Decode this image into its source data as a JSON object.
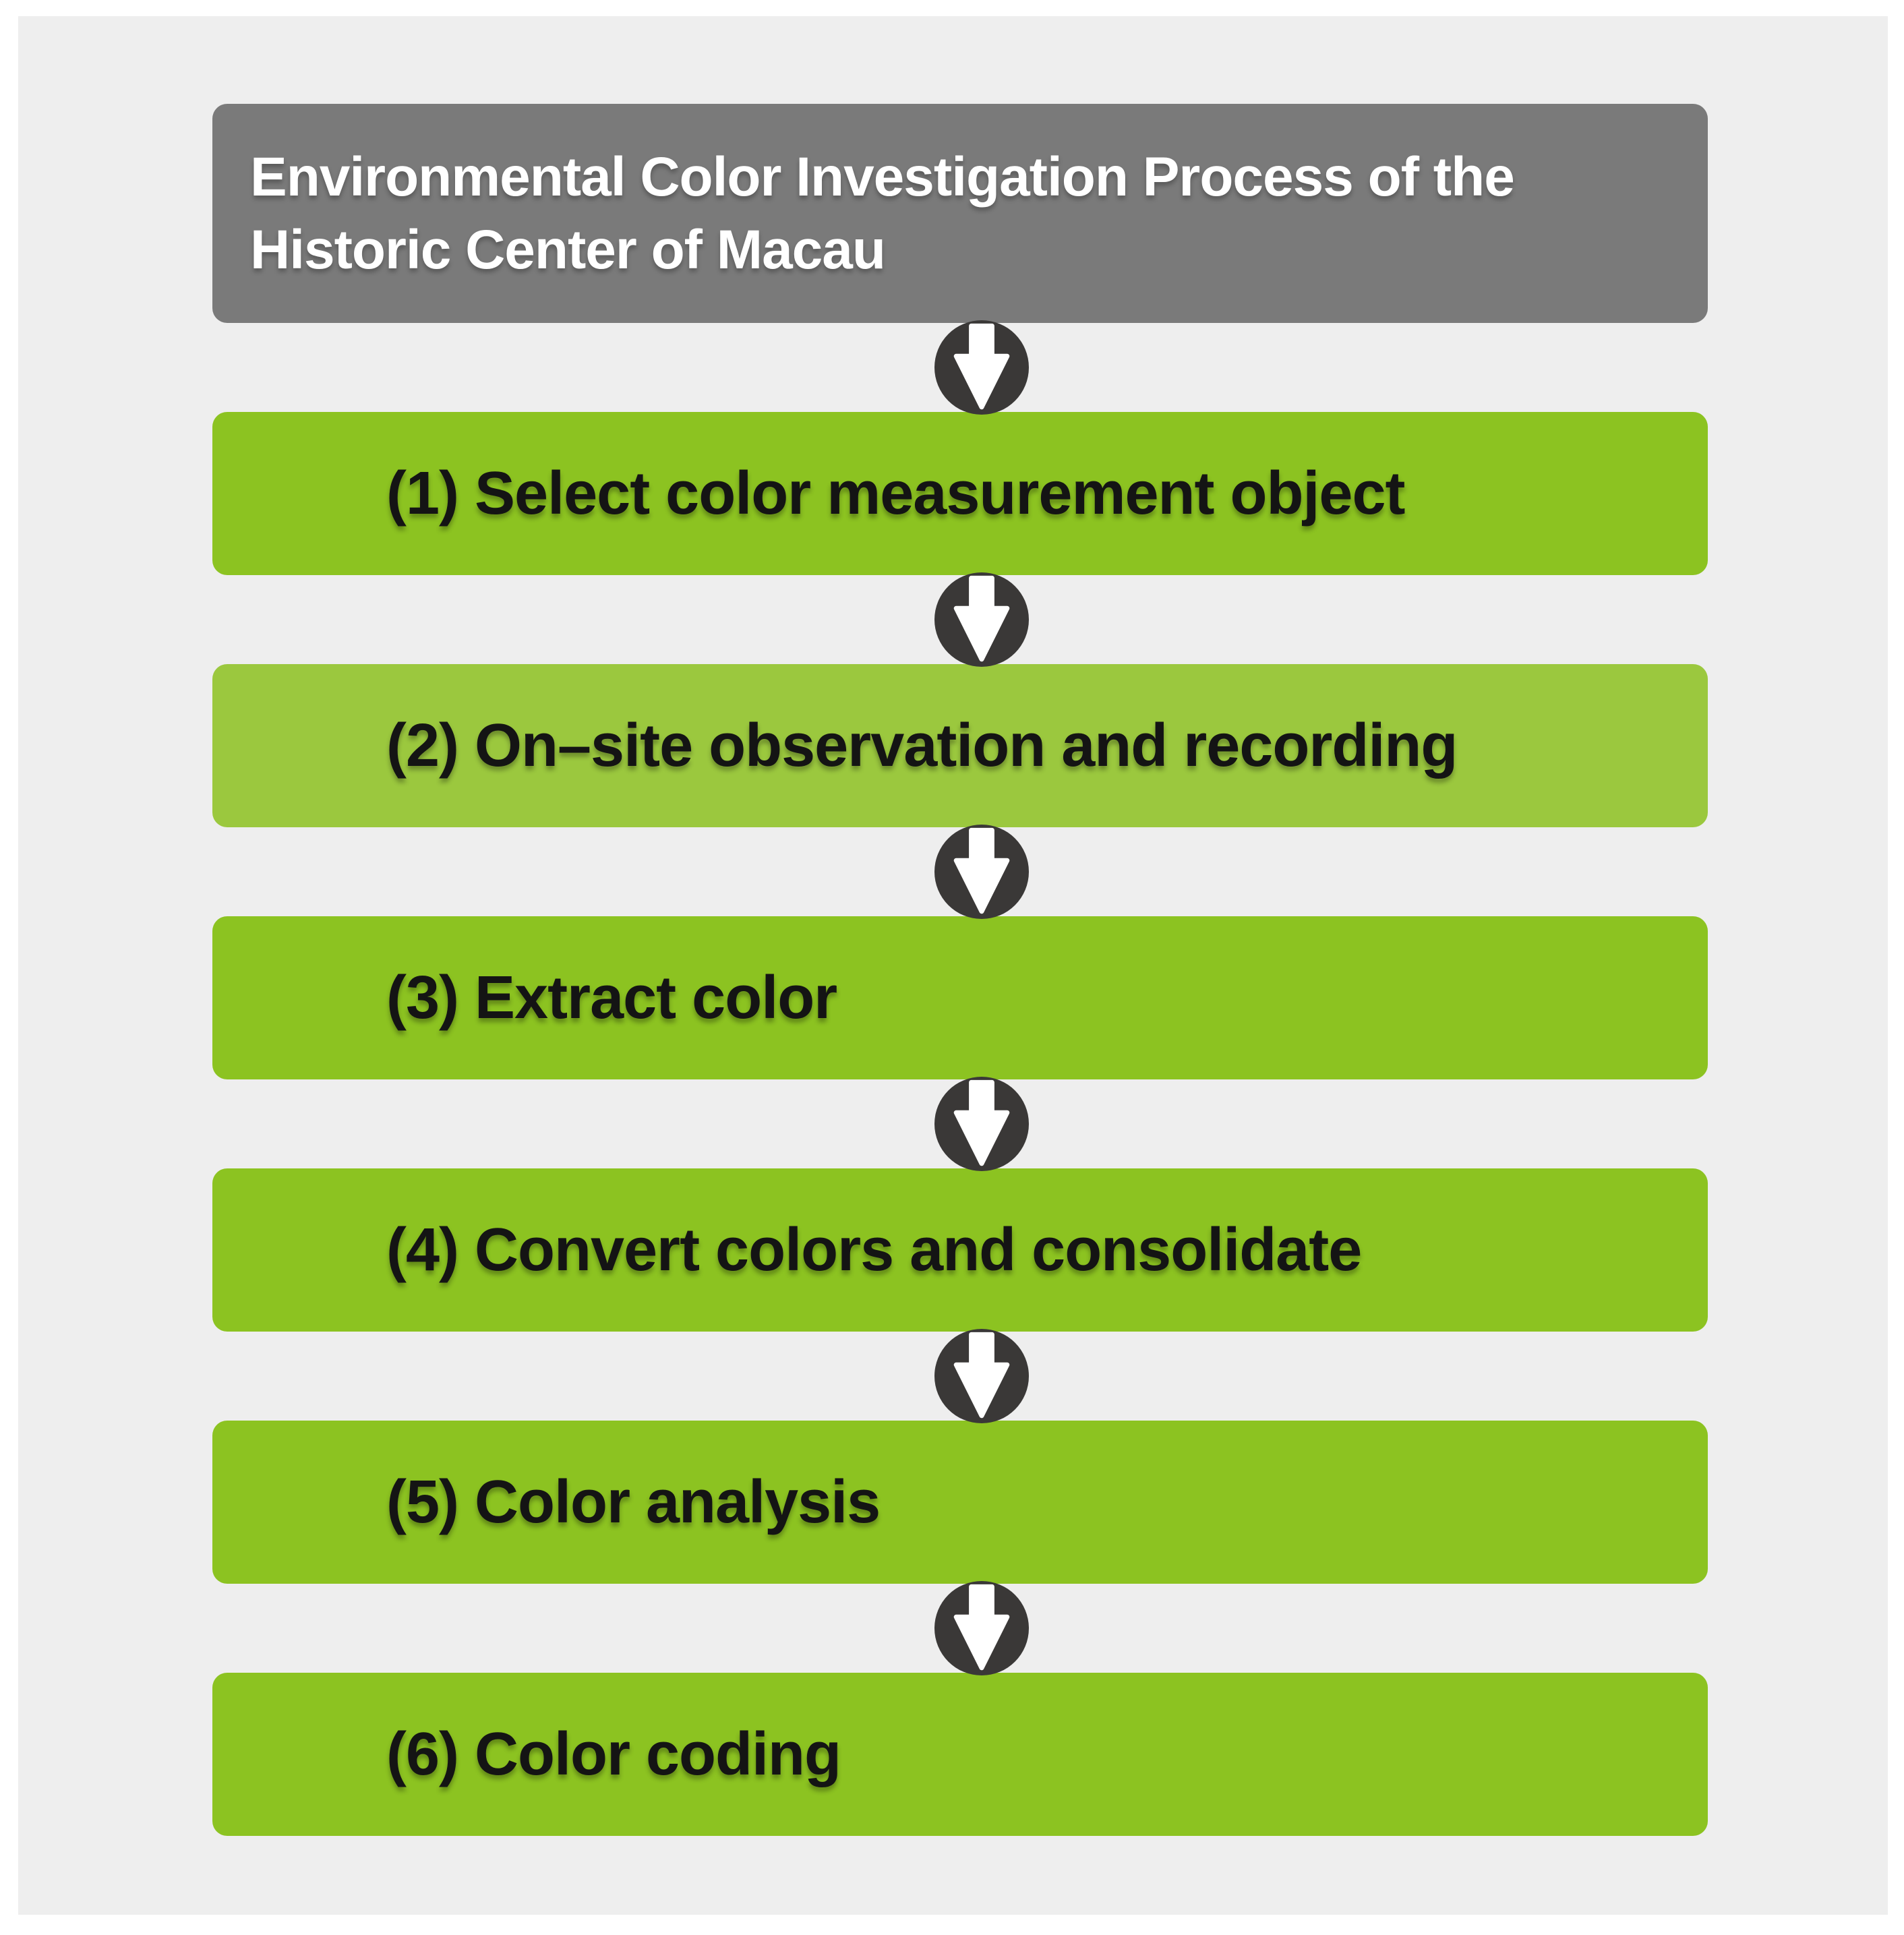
{
  "colors": {
    "page_bg": "#ffffff",
    "panel_bg": "#eeeeee",
    "header_gray": "#7a7a7a",
    "step_green": "#8cc321",
    "step2_green": "#9bc83e",
    "arrow_dark": "#3a3837",
    "header_text": "#ffffff",
    "step_text": "#141414"
  },
  "header": {
    "line1": "Environmental Color Investigation Process of the",
    "line2": "Historic Center of Macau"
  },
  "steps": [
    {
      "label": "(1) Select color measurement object"
    },
    {
      "label": "(2) On–site observation and recording"
    },
    {
      "label": "(3) Extract color"
    },
    {
      "label": "(4) Convert colors and consolidate"
    },
    {
      "label": "(5) Color analysis"
    },
    {
      "label": "(6) Color coding"
    }
  ],
  "icons": {
    "connector": "down-arrow-in-circle"
  }
}
